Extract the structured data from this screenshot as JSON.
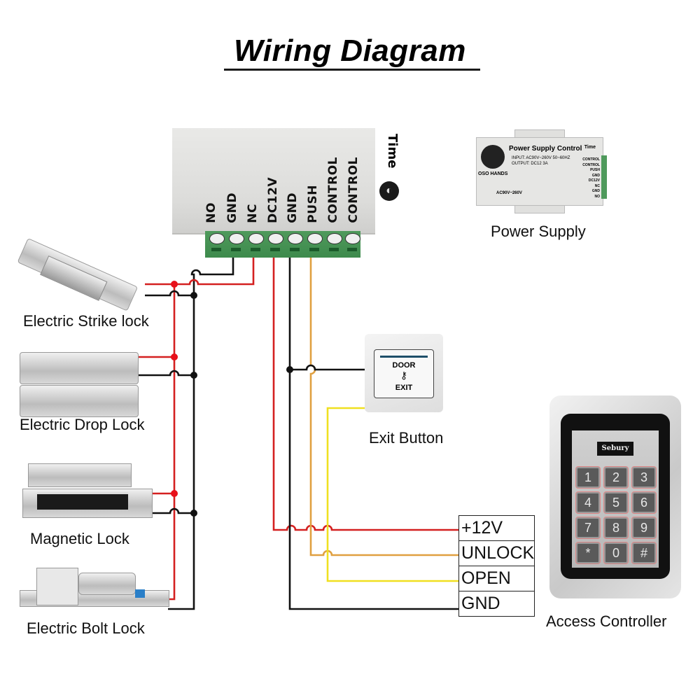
{
  "title": "Wiring Diagram",
  "controller": {
    "terminals": [
      "NO",
      "GND",
      "NC",
      "DC12V",
      "GND",
      "PUSH",
      "CONTROL",
      "CONTROL"
    ],
    "time_label": "Time",
    "time_icon": "clock-dial-icon"
  },
  "power_supply": {
    "label": "Power Supply",
    "title": "Power Supply Control",
    "input": "INPUT: AC90V~260V 50~60HZ",
    "output": "OUTPUT: DC12 3A",
    "brand": "OSO HANDS",
    "rating": "AC90V~260V",
    "time_label": "Time",
    "terminals": [
      "CONTROL",
      "CONTROL",
      "PUSH",
      "GND",
      "DC12V",
      "NC",
      "GND",
      "NO"
    ]
  },
  "locks": [
    {
      "label": "Electric Strike lock"
    },
    {
      "label": "Electric Drop Lock"
    },
    {
      "label": "Magnetic Lock"
    },
    {
      "label": "Electric Bolt Lock"
    }
  ],
  "exit_button": {
    "label": "Exit Button",
    "top_text": "DOOR",
    "bottom_text": "EXIT",
    "icon": "key-icon"
  },
  "access_controller": {
    "label": "Access Controller",
    "brand": "Sebury",
    "keys": [
      "1",
      "2",
      "3",
      "4",
      "5",
      "6",
      "7",
      "8",
      "9",
      "*",
      "0",
      "#"
    ],
    "connections": [
      "+12V",
      "UNLOCK",
      "OPEN",
      "GND"
    ]
  },
  "wire_colors": {
    "power": "#d42020",
    "ground": "#111111",
    "unlock": "#e0a040",
    "open": "#f0e020",
    "junction_red": "#e8101a"
  }
}
